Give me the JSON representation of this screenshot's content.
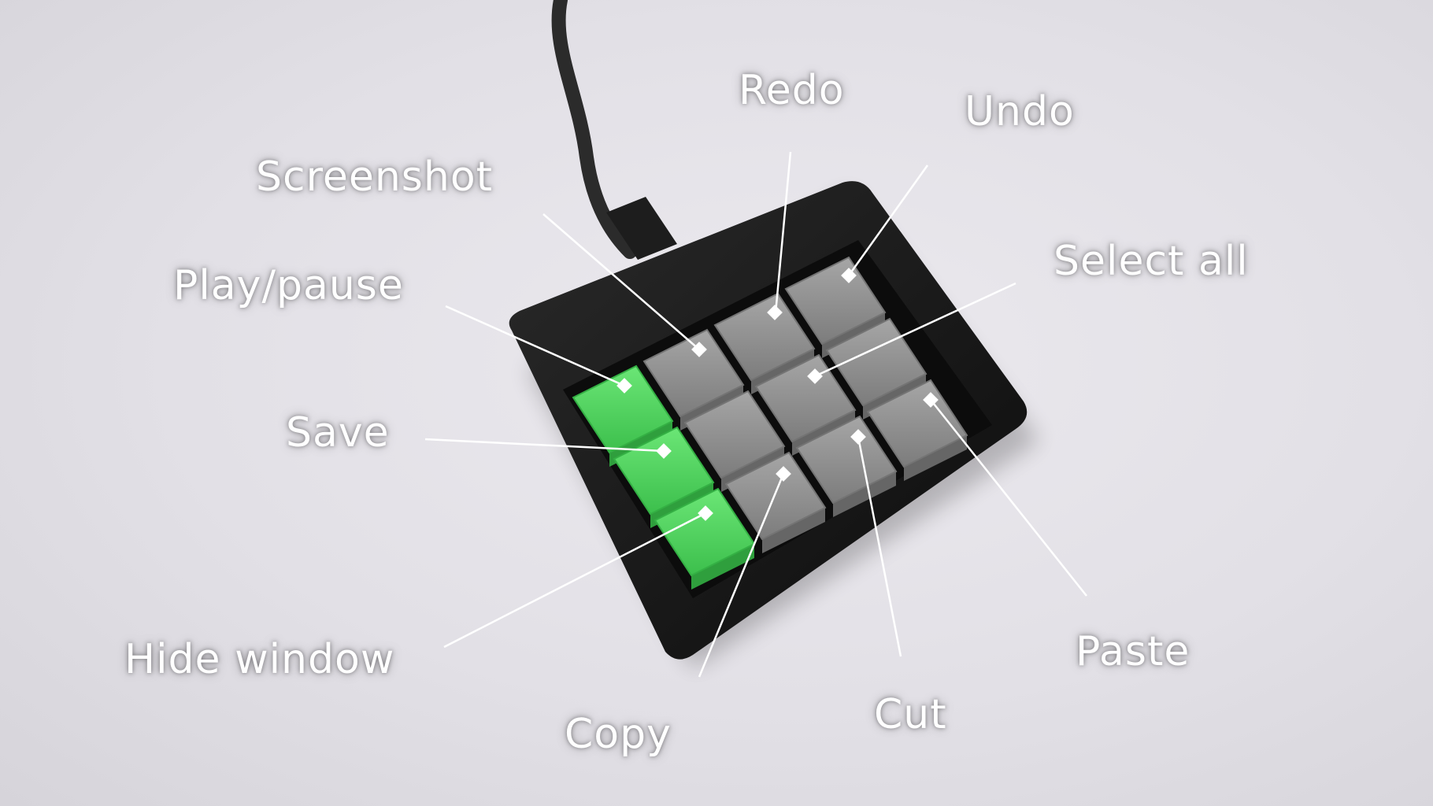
{
  "image": {
    "subject": "12-key macro keypad",
    "colors": {
      "background": "#e3e1e6",
      "case": "#161616",
      "key_gray": "#8f8f8f",
      "key_green": "#4cd55c",
      "cable": "#2a2a2a",
      "callout": "#ffffff"
    }
  },
  "labels": {
    "redo": "Redo",
    "undo": "Undo",
    "screenshot": "Screenshot",
    "select_all": "Select all",
    "play_pause": "Play/pause",
    "save": "Save",
    "hide_window": "Hide window",
    "copy": "Copy",
    "cut": "Cut",
    "paste": "Paste"
  }
}
